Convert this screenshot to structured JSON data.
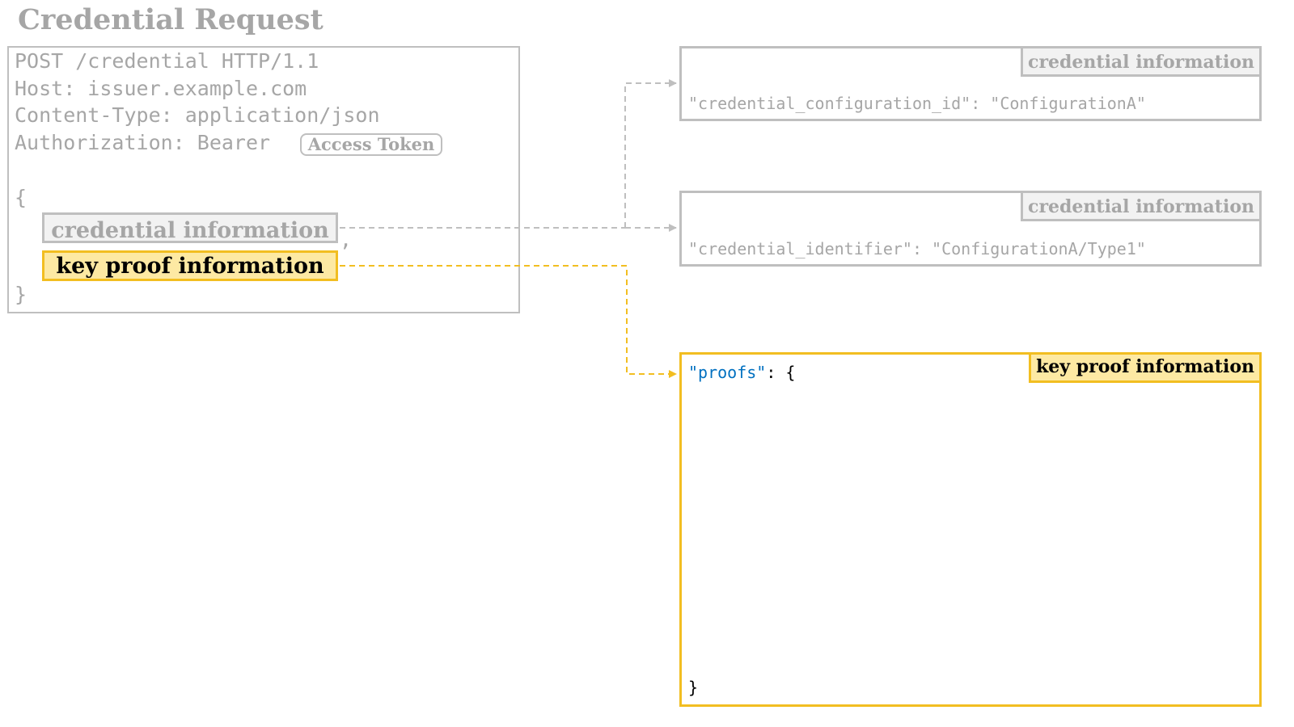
{
  "title": "Credential Request",
  "request": {
    "line1": "POST /credential HTTP/1.1",
    "line2": "Host: issuer.example.com",
    "line3": "Content-Type: application/json",
    "line4_prefix": "Authorization: Bearer",
    "token_label": "Access Token",
    "open_brace": "{",
    "credential_info_label": "credential information",
    "comma": ",",
    "key_proof_label": "key proof information",
    "close_brace": "}"
  },
  "panels": [
    {
      "tag": "credential information",
      "code": "\"credential_configuration_id\": \"ConfigurationA\""
    },
    {
      "tag": "credential information",
      "code": "\"credential_identifier\": \"ConfigurationA/Type1\""
    },
    {
      "tag": "key proof information",
      "code_key": "\"proofs\"",
      "code_rest": ": {",
      "close_brace": "}"
    }
  ],
  "colors": {
    "grey_border": "#bfbfbf",
    "grey_text": "#a6a6a6",
    "yellow_border": "#f2be21",
    "yellow_fill": "#fde9a3",
    "json_key": "#0070c0"
  }
}
